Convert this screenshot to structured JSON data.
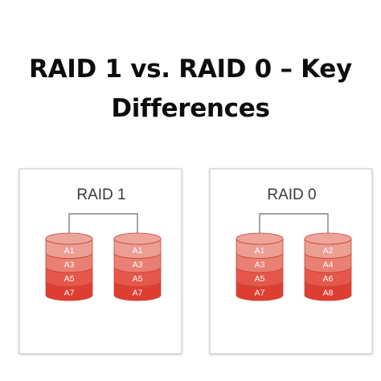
{
  "title": {
    "line1": "RAID 1 vs. RAID 0 – Key",
    "line2": "Differences"
  },
  "colors": {
    "disk_top": "#eda49a",
    "disk_rows": [
      "#ec9e92",
      "#ea7f73",
      "#e4574a",
      "#de3e32"
    ],
    "disk_stroke": "#c8473b",
    "panel_border": "#c9c9c9",
    "connector": "#6a6a6a",
    "label_text": "#3a3a3a"
  },
  "panels": [
    {
      "label": "RAID 1",
      "disks": [
        {
          "blocks": [
            "A1",
            "A3",
            "A5",
            "A7"
          ]
        },
        {
          "blocks": [
            "A1",
            "A3",
            "A5",
            "A7"
          ]
        }
      ]
    },
    {
      "label": "RAID 0",
      "disks": [
        {
          "blocks": [
            "A1",
            "A3",
            "A5",
            "A7"
          ]
        },
        {
          "blocks": [
            "A2",
            "A4",
            "A6",
            "A8"
          ]
        }
      ]
    }
  ]
}
